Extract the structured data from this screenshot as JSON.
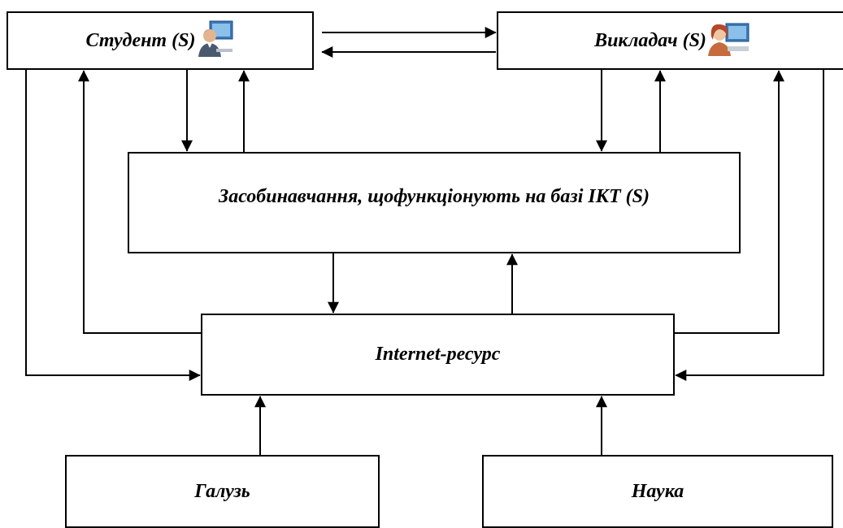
{
  "nodes": {
    "student": {
      "label": "Студент (S)",
      "icon": "student-computer-icon"
    },
    "teacher": {
      "label": "Викладач (S)",
      "icon": "teacher-computer-icon"
    },
    "tools": {
      "label": "Засобинавчання, щофункціонують на базі ІКТ (S)"
    },
    "internet": {
      "label": "Internet-ресурс"
    },
    "industry": {
      "label": "Галузь"
    },
    "science": {
      "label": "Наука"
    }
  },
  "edges": [
    {
      "from": "student",
      "to": "teacher"
    },
    {
      "from": "teacher",
      "to": "student"
    },
    {
      "from": "student",
      "to": "tools"
    },
    {
      "from": "tools",
      "to": "student"
    },
    {
      "from": "teacher",
      "to": "tools"
    },
    {
      "from": "tools",
      "to": "teacher"
    },
    {
      "from": "tools",
      "to": "internet"
    },
    {
      "from": "internet",
      "to": "tools"
    },
    {
      "from": "internet",
      "to": "student"
    },
    {
      "from": "student",
      "to": "internet"
    },
    {
      "from": "internet",
      "to": "teacher"
    },
    {
      "from": "teacher",
      "to": "internet"
    },
    {
      "from": "industry",
      "to": "internet"
    },
    {
      "from": "science",
      "to": "internet"
    }
  ],
  "colors": {
    "stroke": "#000000",
    "background": "#ffffff"
  }
}
